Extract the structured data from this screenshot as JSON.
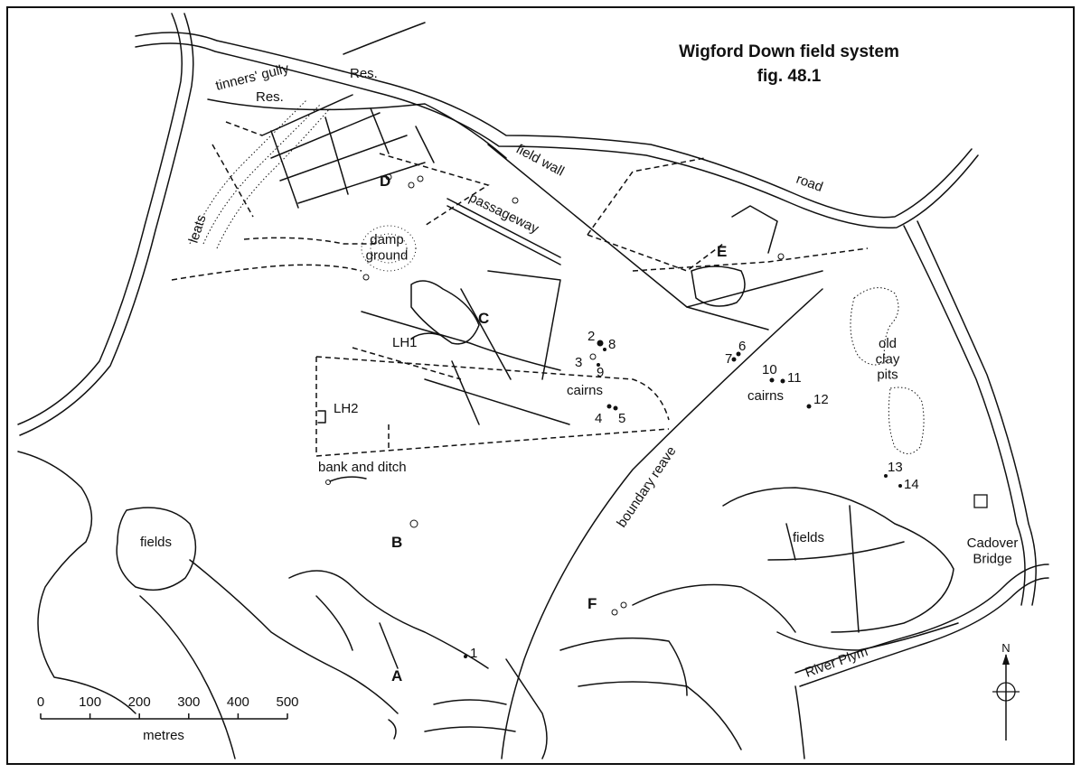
{
  "title": {
    "line1": "Wigford Down field system",
    "line2": "fig. 48.1"
  },
  "features": {
    "tinners_gully": "tinners' gully",
    "res_1": "Res.",
    "res_2": "Res.",
    "field_wall": "field wall",
    "road": "road",
    "passageway": "passageway",
    "leats": "leats",
    "damp_ground": "damp\nground",
    "boundary_reave": "boundary reave",
    "bank_and_ditch": "bank and ditch",
    "old_clay_pits": "old\nclay\npits",
    "river_plym": "River Plym",
    "cadover_bridge": "Cadover\nBridge",
    "fields_west": "fields",
    "fields_east": "fields",
    "cairns_1": "cairns",
    "cairns_2": "cairns",
    "lh1": "LH1",
    "lh2": "LH2"
  },
  "areas": {
    "a": "A",
    "b": "B",
    "c": "C",
    "d": "D",
    "e": "E",
    "f": "F"
  },
  "cairn_numbers": [
    "1",
    "2",
    "3",
    "4",
    "5",
    "6",
    "7",
    "8",
    "9",
    "10",
    "11",
    "12",
    "13",
    "14"
  ],
  "scale_bar": {
    "ticks": [
      "0",
      "100",
      "200",
      "300",
      "400",
      "500"
    ],
    "unit": "metres"
  },
  "north_arrow": {
    "label": "N"
  }
}
